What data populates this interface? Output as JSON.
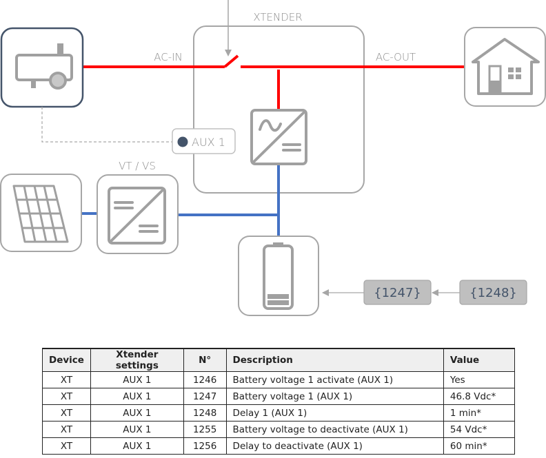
{
  "diagram": {
    "labels": {
      "xtender": "XTENDER",
      "ac_in": "AC-IN",
      "ac_out": "AC-OUT",
      "vt_vs": "VT / VS",
      "aux": "AUX 1"
    },
    "params": [
      {
        "label": "{1247}"
      },
      {
        "label": "{1248}"
      }
    ],
    "icons": {
      "generator": "generator-icon",
      "house": "house-icon",
      "solar": "solar-panel-icon",
      "dc_converter": "dc-dc-converter-icon",
      "ac_converter": "ac-dc-inverter-icon",
      "battery": "battery-icon",
      "switch": "transfer-switch-icon"
    },
    "colors": {
      "ac_line": "#ff0000",
      "dc_line": "#4472c4",
      "generator_border": "#44546a",
      "aux_dot": "#44546a",
      "param_fill": "#bfbfbf"
    }
  },
  "table": {
    "headers": [
      "Device",
      "Xtender settings",
      "N°",
      "Description",
      "Value"
    ],
    "rows": [
      [
        "XT",
        "AUX 1",
        "1246",
        "Battery voltage 1 activate (AUX 1)",
        "Yes"
      ],
      [
        "XT",
        "AUX 1",
        "1247",
        "Battery voltage 1 (AUX 1)",
        "46.8 Vdc*"
      ],
      [
        "XT",
        "AUX 1",
        "1248",
        "Delay 1 (AUX 1)",
        "1 min*"
      ],
      [
        "XT",
        "AUX 1",
        "1255",
        "Battery voltage to deactivate (AUX 1)",
        "54 Vdc*"
      ],
      [
        "XT",
        "AUX 1",
        "1256",
        "Delay to deactivate (AUX 1)",
        "60 min*"
      ]
    ]
  }
}
